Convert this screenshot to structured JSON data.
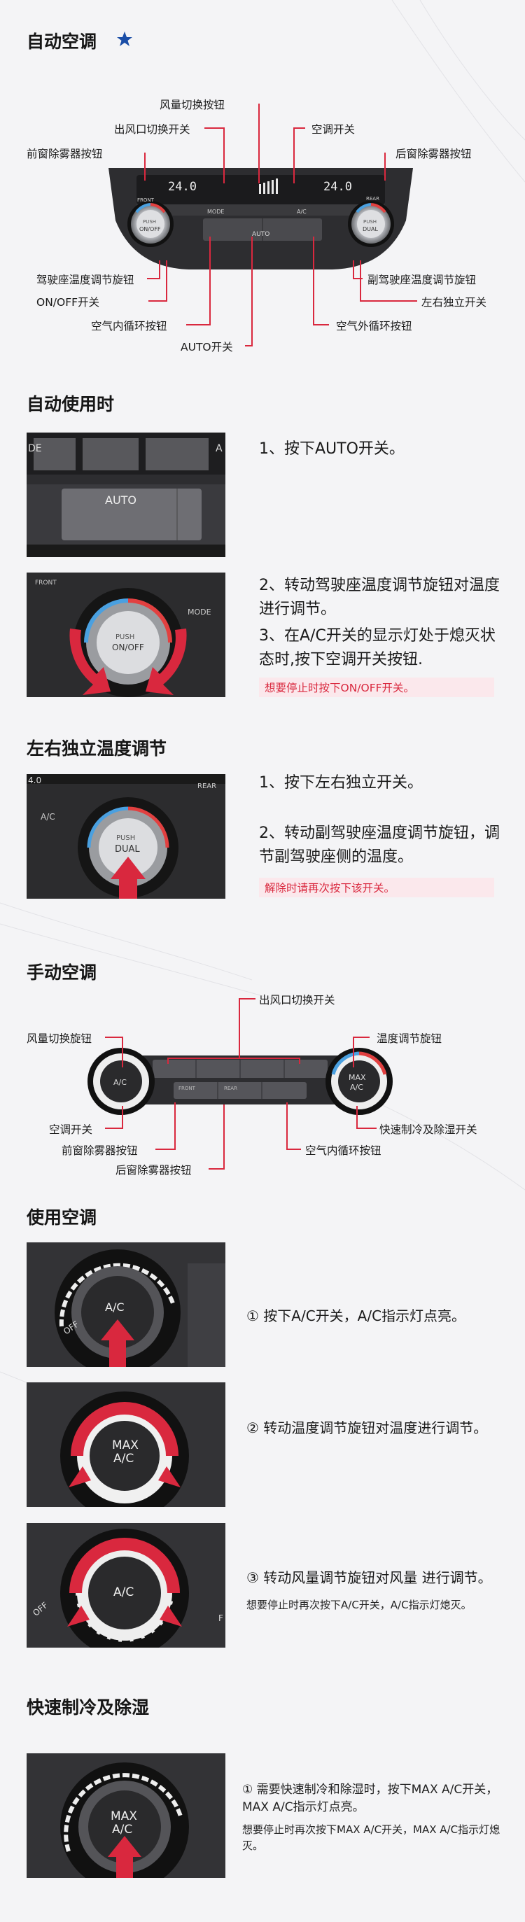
{
  "colors": {
    "accent_red": "#d9283e",
    "star_blue": "#1b4ea7",
    "panel": "#2a2a2c"
  },
  "auto_section": {
    "title": "自动空调",
    "star_icon": "star-icon",
    "labels": {
      "fan_speed_button": "风量切换按钮",
      "vent_mode_switch": "出风口切换开关",
      "front_defog_button": "前窗除雾器按钮",
      "ac_switch": "空调开关",
      "rear_defog_button": "后窗除雾器按钮",
      "driver_temp_knob": "驾驶座温度调节旋钮",
      "on_off_switch": "ON/OFF开关",
      "recirc_button": "空气内循环按钮",
      "auto_switch": "AUTO开关",
      "passenger_temp_knob": "副驾驶座温度调节旋钮",
      "dual_switch": "左右独立开关",
      "fresh_air_button": "空气外循环按钮"
    },
    "panel": {
      "temp_left": "24.0",
      "temp_right": "24.0",
      "front": "FRONT",
      "mode": "MODE",
      "ac": "A/C",
      "rear": "REAR",
      "auto": "AUTO",
      "push": "PUSH",
      "on_off": "ON/OFF",
      "dual": "DUAL"
    }
  },
  "auto_use": {
    "title": "自动使用时",
    "step1": "1、按下AUTO开关。",
    "step2": "2、转动驾驶座温度调节旋钮对温度进行调节。",
    "step3": "3、在A/C开关的显示灯处于熄灭状态时,按下空调开关按钮.",
    "note": "想要停止时按下ON/OFF开关。",
    "img1": {
      "auto": "AUTO",
      "de": "DE",
      "a": "A"
    },
    "img2": {
      "front": "FRONT",
      "mode": "MODE",
      "push": "PUSH",
      "on_off": "ON/OFF"
    }
  },
  "dual_section": {
    "title": "左右独立温度调节",
    "step1": "1、按下左右独立开关。",
    "step2": "2、转动副驾驶座温度调节旋钮，调节副驾驶座侧的温度。",
    "note": "解除时请再次按下该开关。",
    "img": {
      "ac": "A/C",
      "rear": "REAR",
      "push": "PUSH",
      "dual": "DUAL",
      "temp": "4.0"
    }
  },
  "manual_section": {
    "title": "手动空调",
    "labels": {
      "vent_switch": "出风口切换开关",
      "fan_knob": "风量切换旋钮",
      "temp_knob": "温度调节旋钮",
      "ac_switch": "空调开关",
      "front_defog": "前窗除雾器按钮",
      "rear_defog": "后窗除雾器按钮",
      "recirc": "空气内循环按钮",
      "max_ac_switch": "快速制冷及除湿开关"
    },
    "panel": {
      "ac": "A/C",
      "max": "MAX",
      "max_ac": "A/C",
      "front": "FRONT",
      "rear": "REAR"
    }
  },
  "use_ac": {
    "title": "使用空调",
    "step1": "① 按下A/C开关，A/C指示灯点亮。",
    "step2": "② 转动温度调节旋钮对温度进行调节。",
    "step3": "③ 转动风量调节旋钮对风量 进行调节。",
    "note3": "想要停止时再次按下A/C开关，A/C指示灯熄灭。",
    "img1": {
      "ac": "A/C",
      "off": "OFF"
    },
    "img2": {
      "max": "MAX",
      "ac": "A/C"
    },
    "img3": {
      "ac": "A/C",
      "off": "OFF",
      "f": "F"
    }
  },
  "max_section": {
    "title": "快速制冷及除湿",
    "step1": "① 需要快速制冷和除湿时，按下MAX A/C开关，MAX A/C指示灯点亮。",
    "note": "想要停止时再次按下MAX A/C开关，MAX A/C指示灯熄灭。",
    "img": {
      "max": "MAX",
      "ac": "A/C"
    }
  }
}
